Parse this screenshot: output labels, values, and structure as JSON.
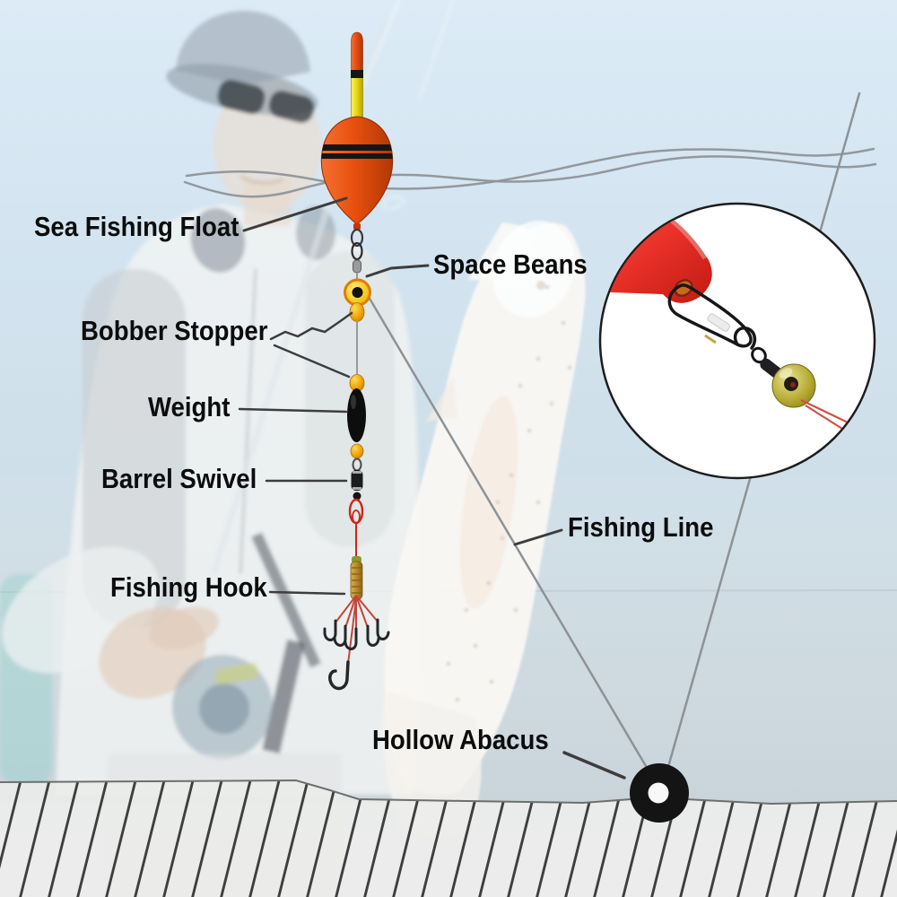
{
  "labels": {
    "sea_fishing_float": "Sea Fishing Float",
    "space_beans": "Space Beans",
    "bobber_stopper": "Bobber Stopper",
    "weight": "Weight",
    "barrel_swivel": "Barrel Swivel",
    "fishing_hook": "Fishing Hook",
    "fishing_line": "Fishing Line",
    "hollow_abacus": "Hollow Abacus"
  },
  "colors": {
    "sky_top": "#dcebf6",
    "label_text": "#0c0c0c",
    "pointer_dark": "#3d3d3d",
    "line_gray": "#8d9296",
    "float_body": "#e8500f",
    "float_stripe": "#161616",
    "stem_yellow": "#eedd16",
    "stem_tip_red": "#e1490f",
    "space_bean_yellow": "#f6c71c",
    "bead_orange": "#f0a303",
    "weight_black": "#0d0d0d",
    "hook_red": "#cf2618",
    "hatch": "#3f3f3f",
    "abacus_black": "#141414",
    "inset_red": "#e83028",
    "inset_bead_olive": "#b3a62e"
  }
}
